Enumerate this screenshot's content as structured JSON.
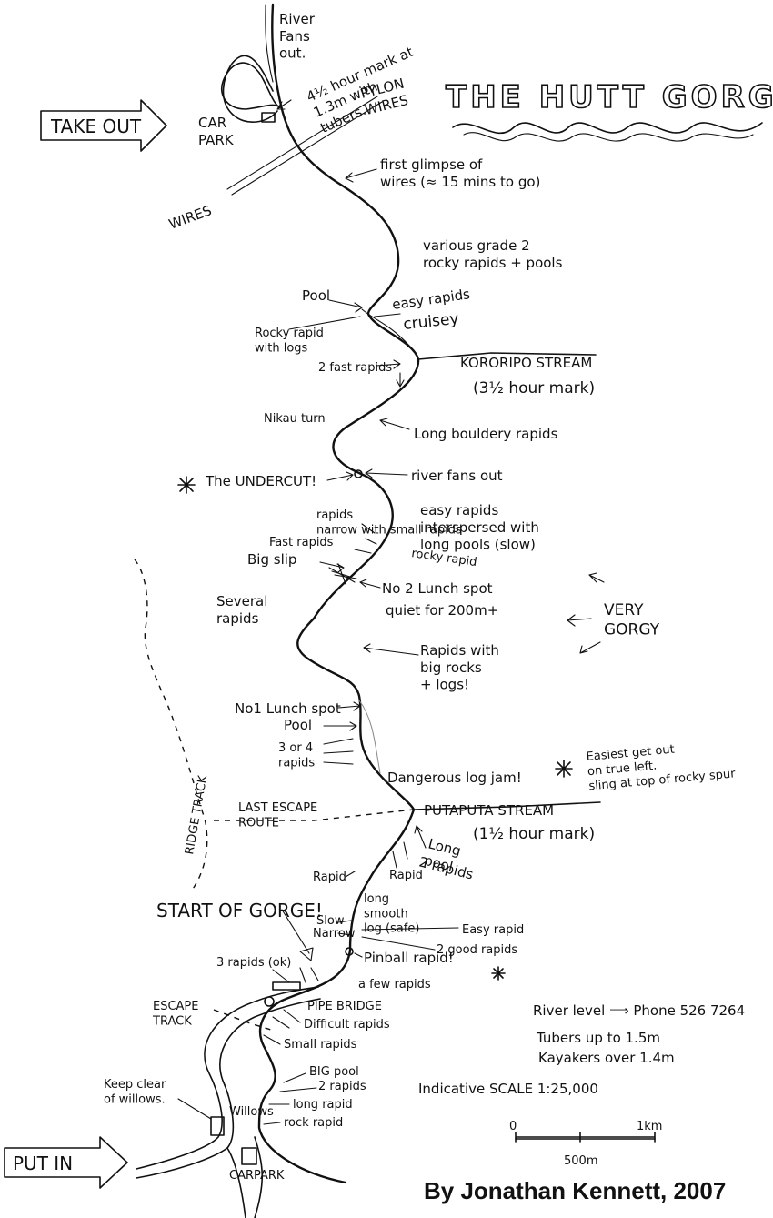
{
  "title": "THE HUTT GORGE",
  "credit": "By Jonathan Kennett, 2007",
  "signs": {
    "take_out": "TAKE OUT",
    "put_in": "PUT IN"
  },
  "places": {
    "car_park_top": "CAR\nPARK",
    "carpark_bottom": "CARPARK",
    "pylon_wires": "PYLON\nWIRES",
    "wires": "WIRES",
    "kororipo_stream": "KORORIPO STREAM",
    "kororipo_mark": "(3½ hour mark)",
    "putaputa_stream": "PUTAPUTA STREAM",
    "putaputa_mark": "(1½ hour mark)",
    "ridge_track": "RIDGE TRACK",
    "last_escape_route": "LAST ESCAPE\nROUTE",
    "escape_track": "ESCAPE\nTRACK",
    "very_gorgy": "VERY\nGORGY",
    "start_of_gorge": "START OF GORGE!",
    "pipe_bridge": "PIPE BRIDGE"
  },
  "notes": {
    "river_fans_out_top": "River\nFans\nout.",
    "hour_4_5": "4½ hour mark at\n1.3m with\ntubers.",
    "first_glimpse": "first glimpse of\nwires (≈ 15 mins to go)",
    "grade2": "various grade 2\nrocky rapids + pools",
    "pool_top": "Pool",
    "easy_rapids_top": "easy rapids",
    "cruisey": "cruisey",
    "rocky_rapid_logs": "Rocky rapid\nwith logs",
    "two_fast_rapids": "2 fast rapids",
    "nikau_turn": "Nikau turn",
    "long_bouldery": "Long bouldery rapids",
    "undercut": "The UNDERCUT!",
    "river_fans_out_mid": "river fans out",
    "easy_interspersed": "easy rapids\ninterspersed with\nlong pools (slow)",
    "narrow_small": "rapids\nnarrow with small rapids",
    "fast_rapids": "Fast rapids",
    "rocky_rapid": "rocky rapid",
    "big_slip": "Big slip",
    "no2_lunch": "No 2 Lunch spot",
    "quiet": "quiet for 200m+",
    "several_rapids": "Several\nrapids",
    "rapids_big_rocks": "Rapids with\nbig rocks\n+ logs!",
    "no1_lunch": "No1 Lunch spot",
    "pool_mid": "Pool",
    "three_or_four": "3 or 4\nrapids",
    "dangerous_log": "Dangerous log jam!",
    "easiest_get_out": "Easiest get out\non true left.\nsling at top of rocky spur",
    "long_pool": "Long\npool",
    "two_rapids_mid": "2 rapids",
    "rapid_a": "Rapid",
    "rapid_b": "Rapid",
    "long_smooth_log": "long\nsmooth\nlog (safe)",
    "slow": "Slow",
    "narrow": "Narrow",
    "easy_rapid": "Easy rapid",
    "two_good_rapids": "2 good rapids",
    "pinball": "Pinball rapid!",
    "three_rapids_ok": "3 rapids (ok)",
    "a_few_rapids": "a few rapids",
    "difficult_rapids": "Difficult rapids",
    "small_rapids": "Small rapids",
    "big_pool": "BIG pool",
    "two_rapids_low": "2 rapids",
    "long_rapid": "long rapid",
    "rock_rapid": "rock rapid",
    "willows": "Willows",
    "keep_clear": "Keep clear\nof willows."
  },
  "info": {
    "river_level": "River level ⟹ Phone 526 7264",
    "tubers": "Tubers up to 1.5m",
    "kayakers": "Kayakers over 1.4m",
    "scale_label": "Indicative   SCALE 1:25,000",
    "scale_zero": "0",
    "scale_mid": "500m",
    "scale_end": "1km"
  },
  "icons": [
    "asterisk-icon",
    "arrow-icon",
    "car-icon",
    "sign-arrow-icon"
  ]
}
